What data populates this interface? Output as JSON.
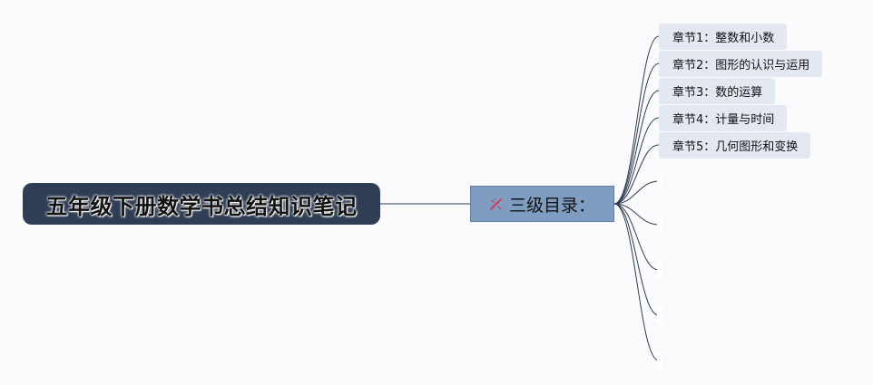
{
  "mindmap": {
    "root": {
      "label": "五年级下册数学书总结知识笔记"
    },
    "branch": {
      "label": "三级目录：",
      "icon": "magic-wand-icon"
    },
    "leaves": [
      {
        "label": "章节1：整数和小数"
      },
      {
        "label": "章节2：图形的认识与运用"
      },
      {
        "label": "章节3：数的运算"
      },
      {
        "label": "章节4：计量与时间"
      },
      {
        "label": "章节5：几何图形和变换"
      }
    ],
    "empty_leaf_count": 5
  },
  "colors": {
    "background": "#fbfbfd",
    "root_fill": "#2f3d55",
    "branch_fill": "#7f9cc1",
    "leaf_fill": "#e3e8f1",
    "connector": "#2f3d55",
    "icon_accent": "#d9343f"
  }
}
